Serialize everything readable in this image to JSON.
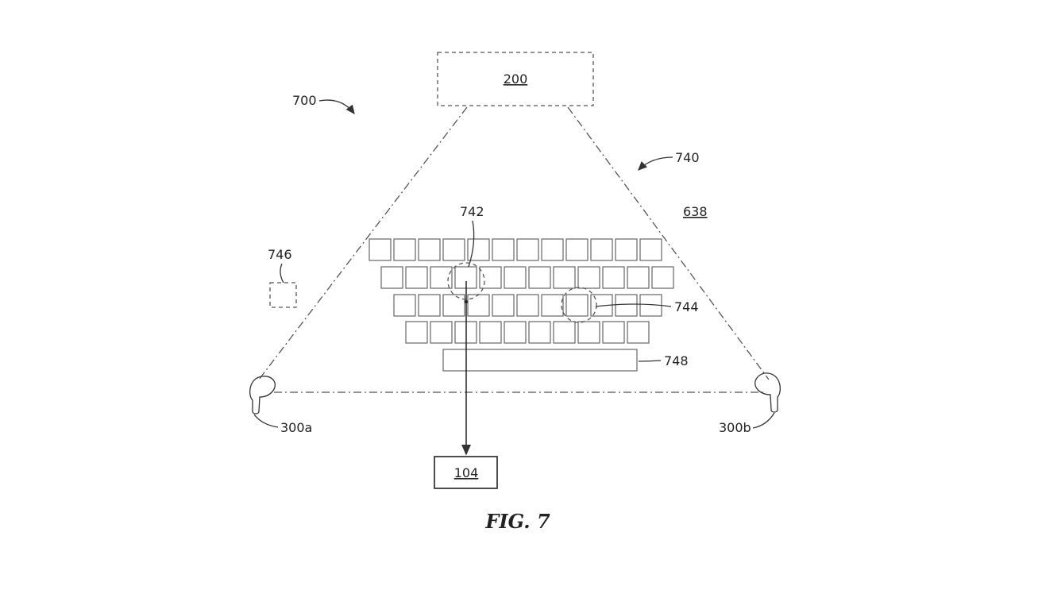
{
  "figure": {
    "caption": "FIG. 7",
    "labels": {
      "system": "700",
      "device": "200",
      "field": "740",
      "surface": "638",
      "key_highlight_a": "742",
      "key_highlight_b": "744",
      "indicator": "746",
      "spacebar": "748",
      "earbud_left": "300a",
      "earbud_right": "300b",
      "target": "104"
    },
    "keyboard": {
      "rows": [
        12,
        12,
        11,
        10
      ],
      "spacebar": true
    }
  }
}
